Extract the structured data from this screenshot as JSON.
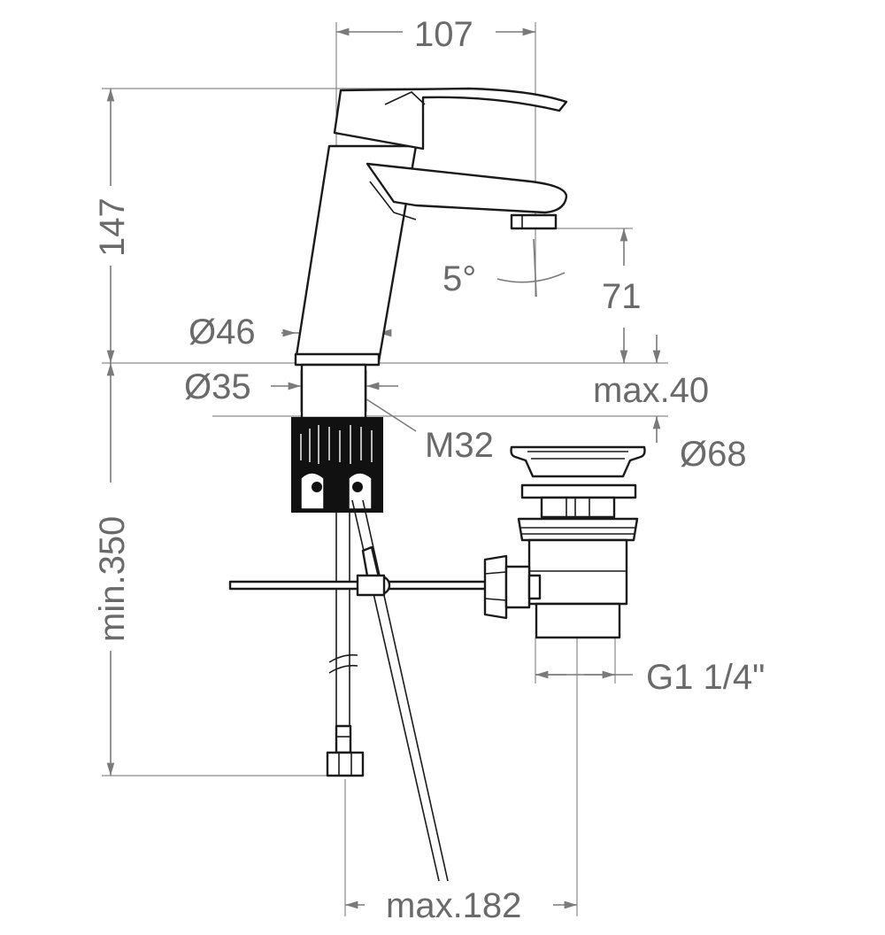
{
  "dimensions": {
    "overall_width": "107",
    "overall_height": "147",
    "spout_height": "71",
    "spout_angle": "5°",
    "body_diameter": "Ø46",
    "shank_diameter": "Ø35",
    "thread": "M32",
    "deck_thickness": "max.40",
    "drain_flange_diameter": "Ø68",
    "min_supply_length": "min.350",
    "drain_thread": "G1 1/4\"",
    "max_rod_reach": "max.182"
  },
  "colors": {
    "dimension_lines": "#7a7a7a",
    "outline": "#1a1a1a",
    "nut_fill": "#111111",
    "background": "#ffffff"
  }
}
